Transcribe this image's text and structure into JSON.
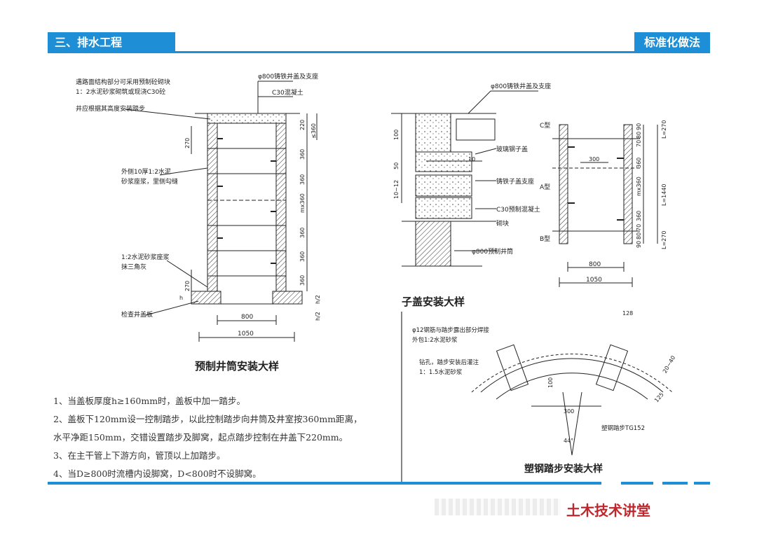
{
  "header": {
    "section_title": "三、排水工程",
    "category_label": "标准化做法"
  },
  "diagram_left": {
    "title": "预制井筒安装大样",
    "ann_road": "遇路面结构部分可采用预制砼砌块",
    "ann_mortar": "1：2水泥砂浆砌筑或现浇C30砼",
    "ann_steps": "井应根据其高度安装踏步",
    "ann_cover": "φ800铸铁井盖及支座",
    "ann_c30": "C30混凝土",
    "ann_outer1": "外侧10厚1:2水泥",
    "ann_outer2": "砂浆座浆，里侧勾缝",
    "ann_mortar2a": "1:2水泥砂浆座浆",
    "ann_mortar2b": "抹三角灰",
    "ann_plate": "检查井盖板",
    "dim_220": "220",
    "dim_le360": "≤360",
    "dim_270_top": "270",
    "dim_270_bot": "270",
    "dim_360a": "360",
    "dim_360b": "360",
    "dim_mx360": "mx360",
    "dim_360c": "360",
    "dim_360d": "360",
    "dim_360e": "360",
    "dim_800": "800",
    "dim_1050": "1050",
    "dim_h": "h",
    "dim_h2a": "h/2",
    "dim_h2b": "h/2"
  },
  "diagram_mid": {
    "title": "子盖安装大样",
    "ann_cover": "φ800铸铁井盖及支座",
    "ann_glass": "玻璃钢子盖",
    "ann_support": "铸铁子盖支座",
    "ann_c30": "C30预制混凝土",
    "ann_block": "砌块",
    "ann_shaft": "φ800预制井筒",
    "dim_100": "100",
    "dim_50": "50",
    "dim_10_12": "10~12",
    "dim_10": "10"
  },
  "diagram_right": {
    "label_c": "C型",
    "label_a": "A型",
    "label_b": "B型",
    "dim_300": "300",
    "dim_800": "800",
    "dim_1050": "1050",
    "dim_l270a": "L=270",
    "dim_l1440": "L=1440",
    "dim_l270b": "L=270",
    "dim_90a": "90",
    "dim_80a": "80",
    "dim_70a": "70",
    "dim_360a": "360",
    "dim_mx360": "mx360",
    "dim_360b": "360",
    "dim_70b": "70",
    "dim_80b": "80",
    "dim_90b": "90"
  },
  "diagram_step": {
    "title": "塑钢踏步安装大样",
    "ann_rebar1": "φ12钢筋与踏步露出部分焊接",
    "ann_rebar2": "外包1:2水泥砂浆",
    "ann_drill": "钻孔，踏步安装后灌注",
    "ann_mortar": "1：1.5水泥砂浆",
    "ann_tg": "塑钢踏步TG152",
    "dim_128": "128",
    "dim_20_40": "20~40",
    "dim_125": "125",
    "dim_100": "100",
    "dim_300": "300",
    "dim_angle": "44°"
  },
  "notes": [
    "1、当盖板厚度h≥160mm时，盖板中加一踏步。",
    "2、盖板下120mm设一控制踏步，以此控制踏步向井筒及井室按360mm距离，",
    "水平净距150mm，交错设置踏步及脚窝，起点踏步控制在井盖下220mm。",
    "3、在主干管上下游方向，管顶以上加踏步。",
    "4、当D≥800时流槽内设脚窝，D<800时不设脚窝。"
  ],
  "brand": "土木技术讲堂",
  "colors": {
    "accent": "#1e8fd6",
    "brand": "#c0262d"
  }
}
